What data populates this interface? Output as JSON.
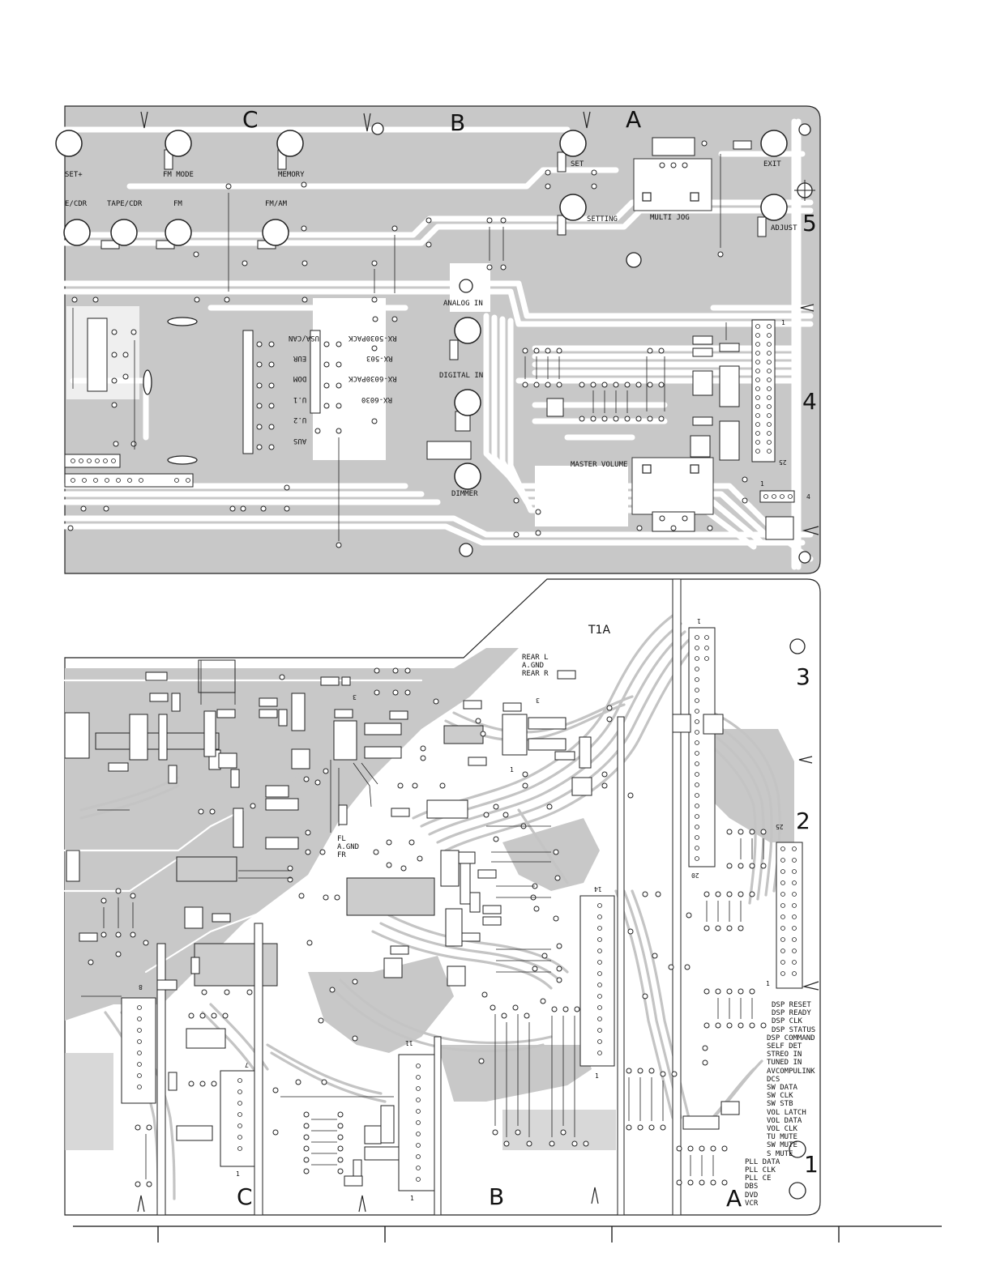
{
  "upper_board": {
    "zone_letters": [
      "C",
      "B",
      "A"
    ],
    "row_numbers": [
      "5",
      "4"
    ],
    "control_labels": {
      "preset_plus": "SET+",
      "fm_mode": "FM MODE",
      "memory": "MEMORY",
      "set": "SET",
      "exit": "EXIT",
      "tape_cdr_left": "E/CDR",
      "tape_cdr": "TAPE/CDR",
      "fm": "FM",
      "fm_am": "FM/AM",
      "setting": "SETTING",
      "multi_jog": "MULTI JOG",
      "adjust": "ADJUST",
      "analog_in": "ANALOG IN",
      "digital_in": "DIGITAL IN",
      "dimmer": "DIMMER",
      "master_volume": "MASTER VOLUME"
    },
    "jumper_labels_rotated": [
      "USA/CAN",
      "EUR",
      "DOM",
      "U.1",
      "U.2",
      "AUS"
    ],
    "model_labels_rotated": [
      "RX-5030PACK",
      "RX-503",
      "RX-6030PACK",
      "RX-6030"
    ],
    "pin_markers": [
      "1",
      "25",
      "1",
      "4"
    ]
  },
  "lower_board": {
    "zone_letters": [
      "C",
      "B",
      "A"
    ],
    "row_numbers": [
      "3",
      "2",
      "1"
    ],
    "title": "T1A",
    "rear_labels": [
      "REAR L",
      "A.GND",
      "REAR R"
    ],
    "front_labels": [
      "FL",
      "A.GND",
      "FR"
    ],
    "pin_markers": [
      "1",
      "20",
      "25",
      "1",
      "14",
      "1",
      "8",
      "7",
      "1",
      "11",
      "1",
      "3",
      "3",
      "1"
    ],
    "signal_list": [
      "DSP RESET",
      "DSP READY",
      "DSP CLK",
      "DSP STATUS",
      "DSP COMMAND",
      "SELF DET",
      "STREO IN",
      "TUNED IN",
      "AVCOMPULINK",
      "DCS",
      "SW DATA",
      "SW CLK",
      "SW STB",
      "VOL LATCH",
      "VOL DATA",
      "VOL CLK",
      "TU MUTE",
      "SW MUTE",
      "S MUTE"
    ],
    "pll_list": [
      "PLL DATA",
      "PLL CLK",
      "PLL CE",
      "DBS",
      "DVD",
      "VCR"
    ]
  },
  "colors": {
    "copper": "#c8c8c8",
    "trace": "#d2d2d2",
    "outline": "#222222",
    "background": "#ffffff"
  }
}
